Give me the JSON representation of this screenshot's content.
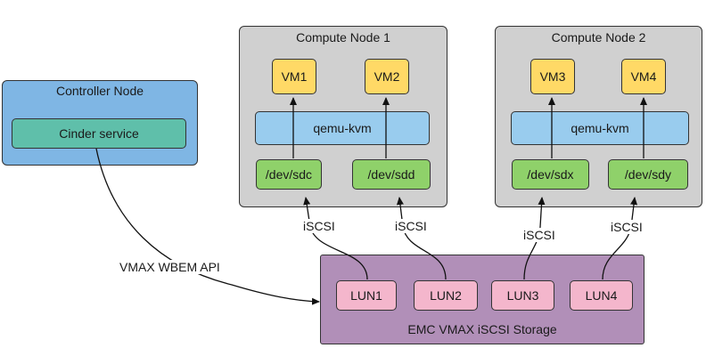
{
  "controller": {
    "title": "Controller Node",
    "cinder_label": "Cinder service"
  },
  "compute1": {
    "title": "Compute Node 1",
    "vm_a": "VM1",
    "vm_b": "VM2",
    "qemu": "qemu-kvm",
    "dev_a": "/dev/sdc",
    "dev_b": "/dev/sdd"
  },
  "compute2": {
    "title": "Compute Node 2",
    "vm_a": "VM3",
    "vm_b": "VM4",
    "qemu": "qemu-kvm",
    "dev_a": "/dev/sdx",
    "dev_b": "/dev/sdy"
  },
  "storage": {
    "title": "EMC VMAX iSCSI Storage",
    "luns": [
      "LUN1",
      "LUN2",
      "LUN3",
      "LUN4"
    ]
  },
  "connections": {
    "api_label": "VMAX WBEM API",
    "iscsi_label": "iSCSI"
  },
  "colors": {
    "controller_bg": "#7fb6e4",
    "compute_bg": "#d0d0d0",
    "storage_bg": "#b18fb8",
    "vm": "#ffd966",
    "qemu": "#99ccee",
    "dev": "#8fd16a",
    "lun": "#f4b6cc",
    "cinder": "#5fbfaa"
  }
}
